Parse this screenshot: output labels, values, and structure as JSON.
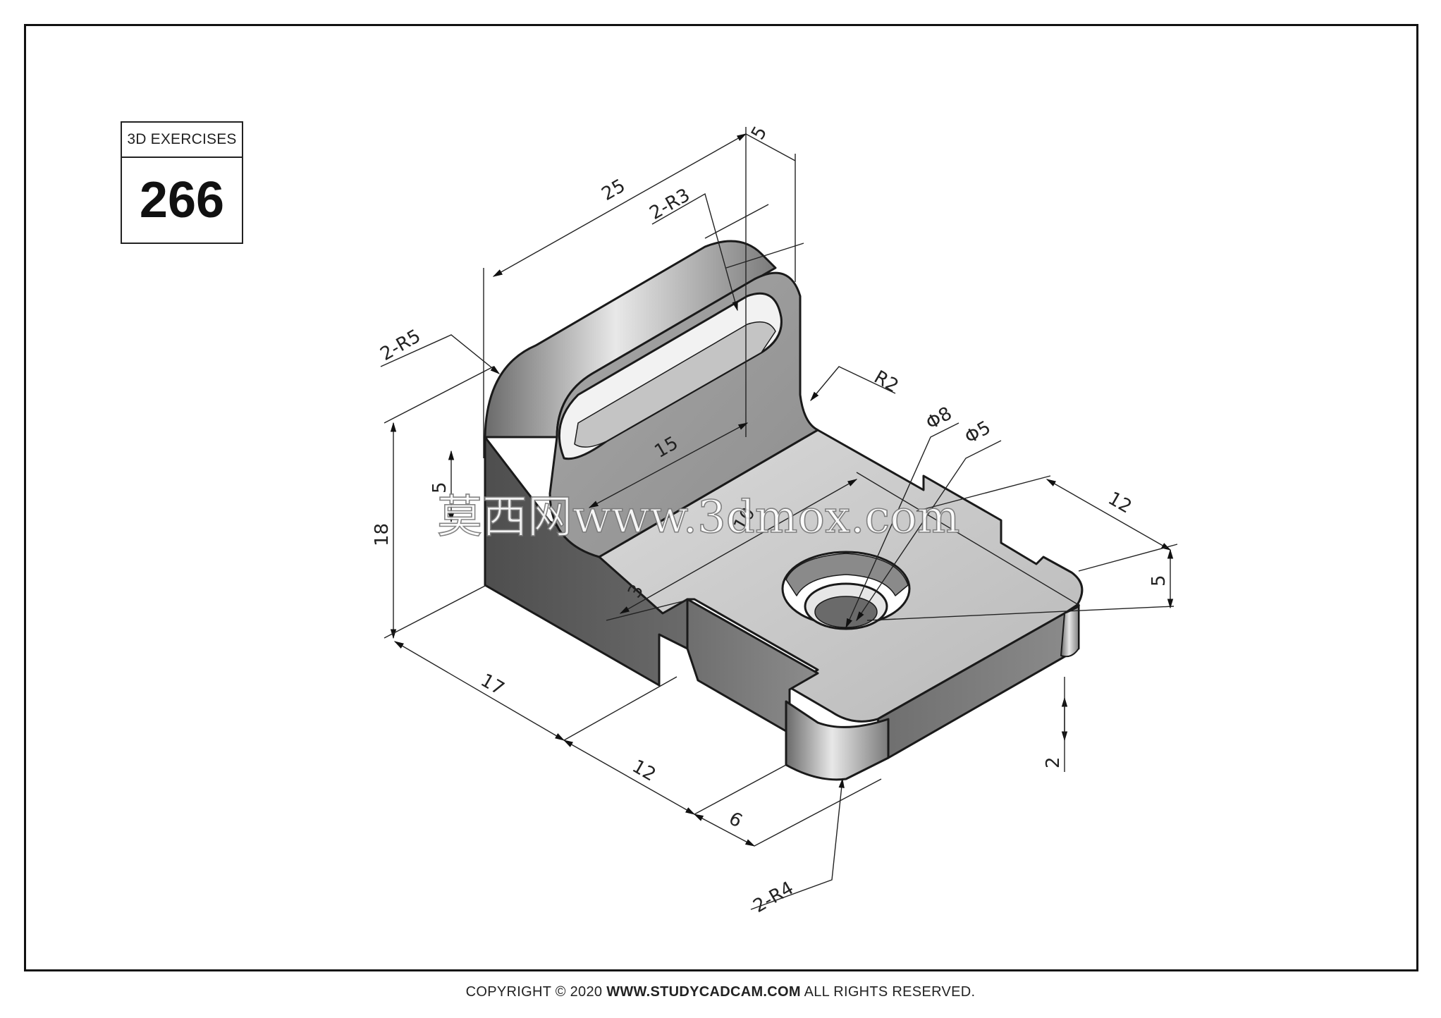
{
  "badge": {
    "label": "3D EXERCISES",
    "number": "266"
  },
  "dimensions": {
    "d25": "25",
    "d5_top": "5",
    "d2R3": "2-R3",
    "d2R5": "2-R5",
    "dR2": "R2",
    "d15": "15",
    "dphi8": "Φ8",
    "dphi5": "Φ5",
    "d12_right": "12",
    "d5_right": "5",
    "d5_left": "5",
    "d18": "18",
    "d10": "10",
    "d3": "3",
    "d17": "17",
    "d12_bottom": "12",
    "d6": "6",
    "d2": "2",
    "d2R4": "2-R4"
  },
  "watermark": {
    "text": "莫西网www.3dmox.com"
  },
  "footer": {
    "prefix": "COPYRIGHT © 2020 ",
    "site": "WWW.STUDYCADCAM.COM",
    "suffix": " ALL RIGHTS RESERVED."
  },
  "colors": {
    "face_dark": "#5a5a5a",
    "face_mid": "#8a8a8a",
    "face_light": "#c8c8c8",
    "line": "#1a1a1a"
  }
}
